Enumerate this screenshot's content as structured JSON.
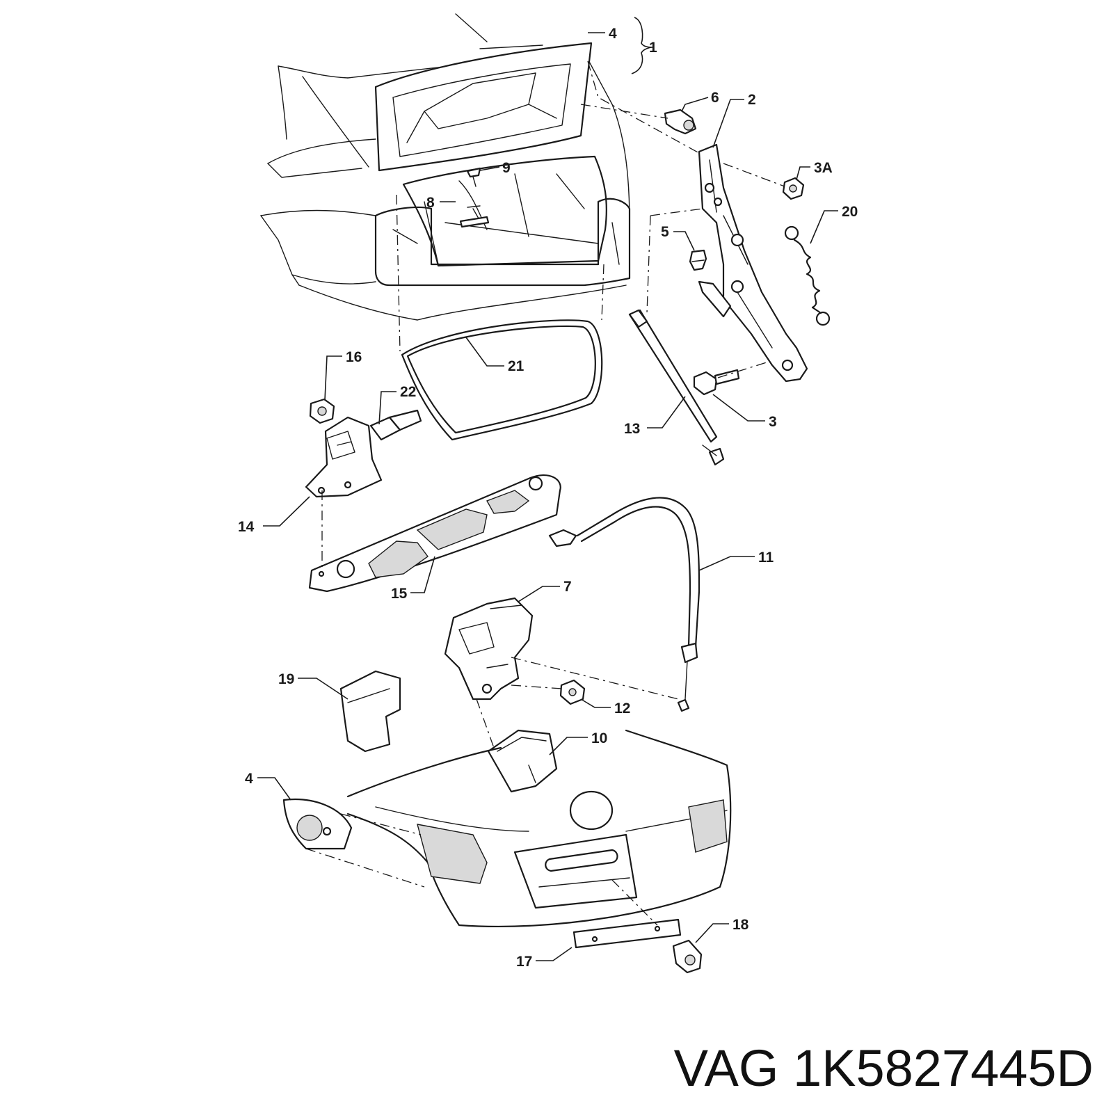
{
  "callouts": {
    "c1": "1",
    "c4top": "4",
    "c6": "6",
    "c2": "2",
    "c3a": "3A",
    "c9": "9",
    "c8": "8",
    "c20": "20",
    "c5": "5",
    "c21": "21",
    "c16": "16",
    "c22": "22",
    "c13": "13",
    "c3": "3",
    "c14": "14",
    "c11": "11",
    "c15": "15",
    "c7": "7",
    "c19": "19",
    "c12": "12",
    "c10": "10",
    "c4bottom": "4",
    "c18": "18",
    "c17": "17"
  },
  "caption": {
    "brand": "VAG",
    "part_number": "1K5827445D"
  }
}
